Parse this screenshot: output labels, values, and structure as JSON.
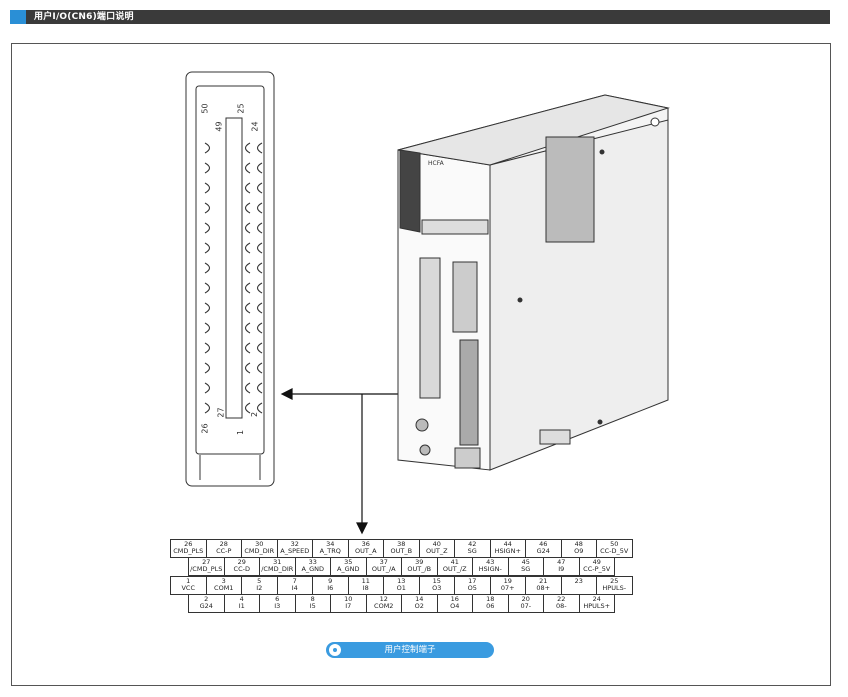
{
  "header": {
    "title": "用户I/O(CN6)端口说明",
    "accent_color": "#2a8fd6"
  },
  "connector": {
    "pin_labels": {
      "p50": "50",
      "p25": "25",
      "p49": "49",
      "p24": "24",
      "p26": "26",
      "p1": "1",
      "p27": "27",
      "p2": "2"
    }
  },
  "drive": {
    "brand": "HCFA"
  },
  "pinout": {
    "row1": [
      {
        "n": "26",
        "l": "CMD_PLS"
      },
      {
        "n": "28",
        "l": "CC-P"
      },
      {
        "n": "30",
        "l": "CMD_DIR"
      },
      {
        "n": "32",
        "l": "A_SPEED"
      },
      {
        "n": "34",
        "l": "A_TRQ"
      },
      {
        "n": "36",
        "l": "OUT_A"
      },
      {
        "n": "38",
        "l": "OUT_B"
      },
      {
        "n": "40",
        "l": "OUT_Z"
      },
      {
        "n": "42",
        "l": "SG"
      },
      {
        "n": "44",
        "l": "HSIGN+"
      },
      {
        "n": "46",
        "l": "G24"
      },
      {
        "n": "48",
        "l": "O9"
      },
      {
        "n": "50",
        "l": "CC-D_5V"
      }
    ],
    "row2": [
      {
        "n": "27",
        "l": "/CMD_PLS"
      },
      {
        "n": "29",
        "l": "CC-D"
      },
      {
        "n": "31",
        "l": "/CMD_DIR"
      },
      {
        "n": "33",
        "l": "A_GND"
      },
      {
        "n": "35",
        "l": "A_GND"
      },
      {
        "n": "37",
        "l": "OUT_/A"
      },
      {
        "n": "39",
        "l": "OUT_/B"
      },
      {
        "n": "41",
        "l": "OUT_/Z"
      },
      {
        "n": "43",
        "l": "HSIGN-"
      },
      {
        "n": "45",
        "l": "SG"
      },
      {
        "n": "47",
        "l": "I9"
      },
      {
        "n": "49",
        "l": "CC-P_5V"
      }
    ],
    "row3": [
      {
        "n": "1",
        "l": "VCC"
      },
      {
        "n": "3",
        "l": "COM1"
      },
      {
        "n": "5",
        "l": "I2"
      },
      {
        "n": "7",
        "l": "I4"
      },
      {
        "n": "9",
        "l": "I6"
      },
      {
        "n": "11",
        "l": "I8"
      },
      {
        "n": "13",
        "l": "O1"
      },
      {
        "n": "15",
        "l": "O3"
      },
      {
        "n": "17",
        "l": "O5"
      },
      {
        "n": "19",
        "l": "07+"
      },
      {
        "n": "21",
        "l": "08+"
      },
      {
        "n": "23",
        "l": ""
      },
      {
        "n": "25",
        "l": "HPULS-"
      }
    ],
    "row4": [
      {
        "n": "2",
        "l": "G24"
      },
      {
        "n": "4",
        "l": "I1"
      },
      {
        "n": "6",
        "l": "I3"
      },
      {
        "n": "8",
        "l": "I5"
      },
      {
        "n": "10",
        "l": "I7"
      },
      {
        "n": "12",
        "l": "COM2"
      },
      {
        "n": "14",
        "l": "O2"
      },
      {
        "n": "16",
        "l": "O4"
      },
      {
        "n": "18",
        "l": "06"
      },
      {
        "n": "20",
        "l": "07-"
      },
      {
        "n": "22",
        "l": "08-"
      },
      {
        "n": "24",
        "l": "HPULS+"
      }
    ]
  },
  "footer": {
    "label": "用户控制端子",
    "color": "#3a9be0"
  }
}
